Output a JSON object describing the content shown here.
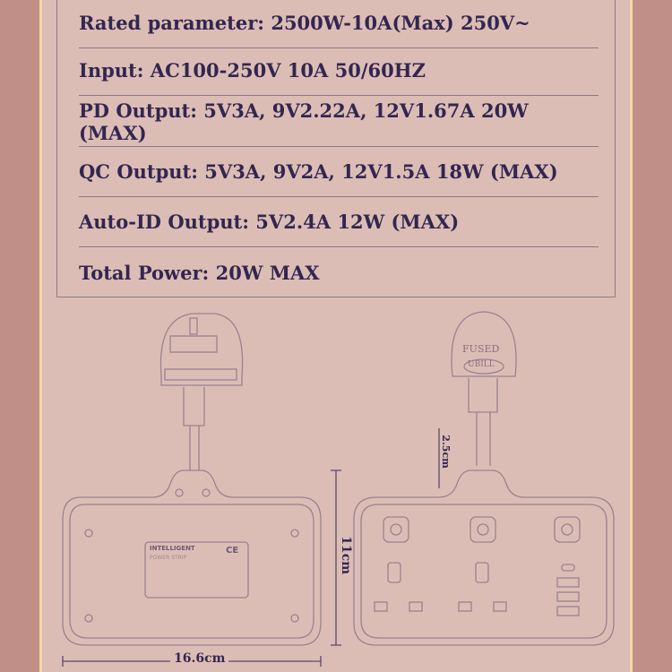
{
  "specs": [
    "Rated parameter: 2500W-10A(Max) 250V~",
    "Input: AC100-250V 10A 50/60HZ",
    "PD Output: 5V3A, 9V2.22A, 12V1.67A 20W (MAX)",
    "QC Output: 5V3A, 9V2A, 12V1.5A 18W (MAX)",
    "Auto-ID Output: 5V2.4A 12W (MAX)",
    "Total Power: 20W MAX"
  ],
  "diagram": {
    "width_label": "16.6cm",
    "height_label": "11cm",
    "cable_label": "2.5cm",
    "plug_text_1": "FUSED",
    "plug_text_2": "UBILL",
    "label_title": "INTELLIGENT",
    "label_subtitle": "POWER STRIP",
    "ce_mark": "CE"
  },
  "colors": {
    "outer": "#c08f87",
    "panel": "#dcbdb5",
    "text": "#332650",
    "line": "#8a7a88"
  }
}
